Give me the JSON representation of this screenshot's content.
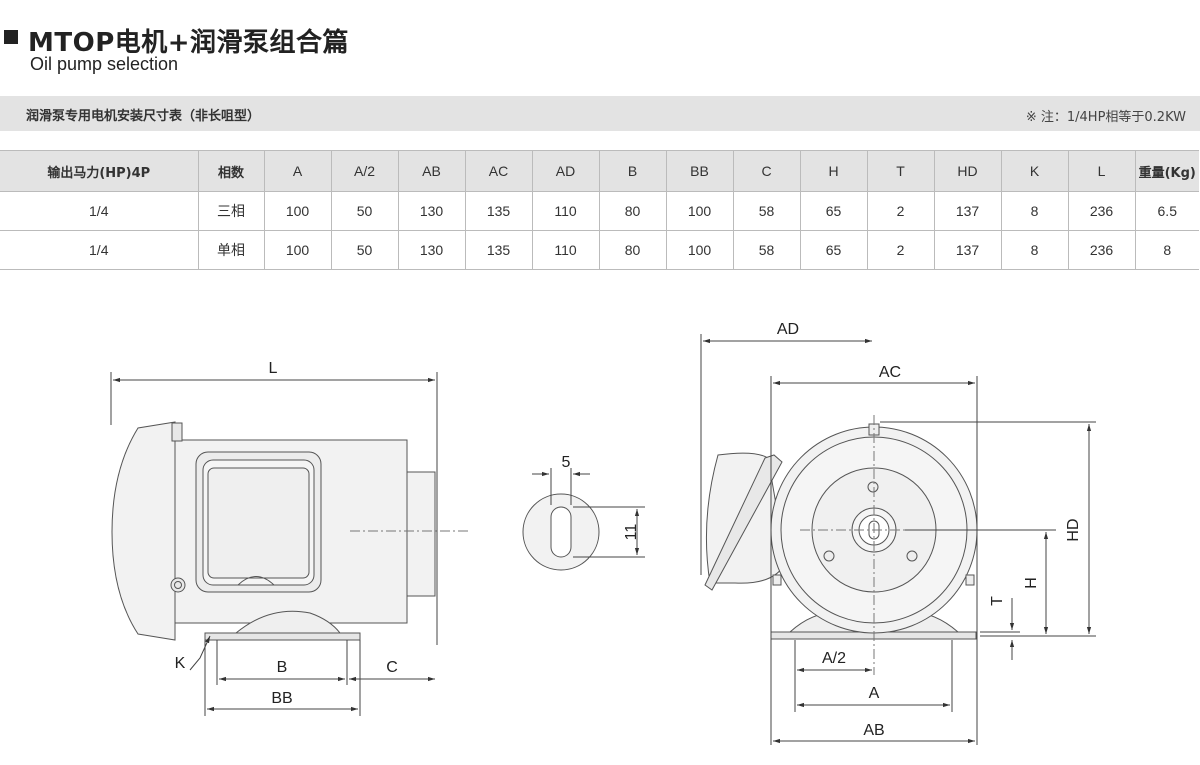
{
  "header": {
    "title": "MTOP电机+润滑泵组合篇",
    "subtitle": "Oil pump selection"
  },
  "section_bar": {
    "label": "润滑泵专用电机安装尺寸表（非长咀型）",
    "note": "※ 注：1/4HP相等于0.2KW"
  },
  "table": {
    "headers": [
      "输出马力(HP)4P",
      "相数",
      "A",
      "A/2",
      "AB",
      "AC",
      "AD",
      "B",
      "BB",
      "C",
      "H",
      "T",
      "HD",
      "K",
      "L",
      "重量(Kg)"
    ],
    "rows": [
      [
        "1/4",
        "三相",
        "100",
        "50",
        "130",
        "135",
        "110",
        "80",
        "100",
        "58",
        "65",
        "2",
        "137",
        "8",
        "236",
        "6.5"
      ],
      [
        "1/4",
        "单相",
        "100",
        "50",
        "130",
        "135",
        "110",
        "80",
        "100",
        "58",
        "65",
        "2",
        "137",
        "8",
        "236",
        "8"
      ]
    ]
  },
  "drawing": {
    "side_labels": {
      "L": "L",
      "K": "K",
      "B": "B",
      "C": "C",
      "BB": "BB"
    },
    "shaft_labels": {
      "width": "5",
      "height": "11"
    },
    "front_labels": {
      "AD": "AD",
      "AC": "AC",
      "HD": "HD",
      "H": "H",
      "T": "T",
      "A2": "A/2",
      "A": "A",
      "AB": "AB"
    }
  }
}
